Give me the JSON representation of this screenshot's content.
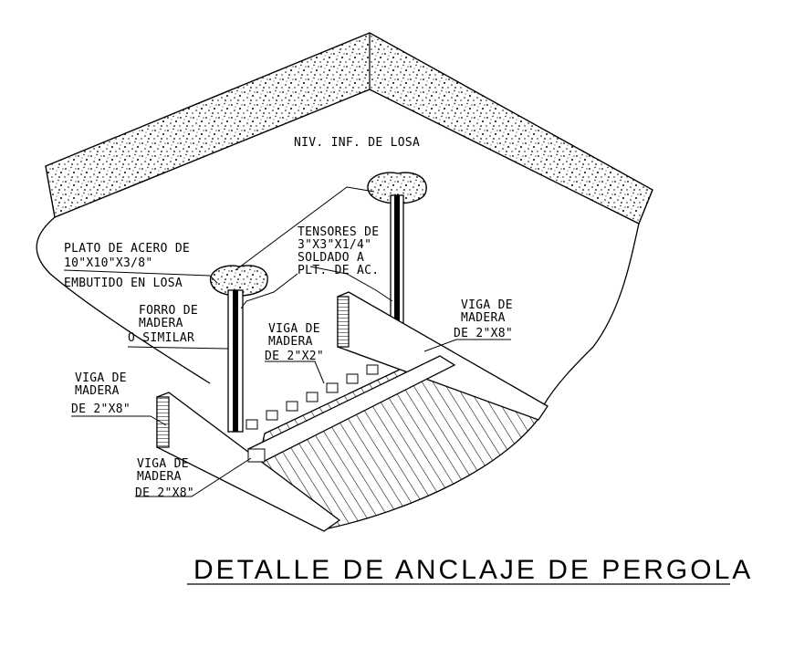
{
  "title": "DETALLE DE ANCLAJE DE PERGOLA",
  "labels": {
    "slab_level": "NIV. INF. DE LOSA",
    "steel_plate": [
      "PLATO DE ACERO DE",
      "10\"X10\"X3/8\"",
      "EMBUTIDO EN LOSA"
    ],
    "tensors": [
      "TENSORES DE",
      "3\"X3\"X1/4\"",
      "SOLDADO A",
      "PLT. DE AC."
    ],
    "wood_lining": [
      "FORRO DE",
      "MADERA",
      "O SIMILAR"
    ],
    "beam_2x2": [
      "VIGA DE",
      "MADERA",
      "DE 2\"X2\""
    ],
    "beam_right": [
      "VIGA DE",
      "MADERA",
      "DE 2\"X8\""
    ],
    "beam_left": [
      "VIGA DE",
      "MADERA",
      "DE 2\"X8\""
    ],
    "beam_bottom": [
      "VIGA DE",
      "MADERA",
      "DE 2\"X8\""
    ]
  }
}
